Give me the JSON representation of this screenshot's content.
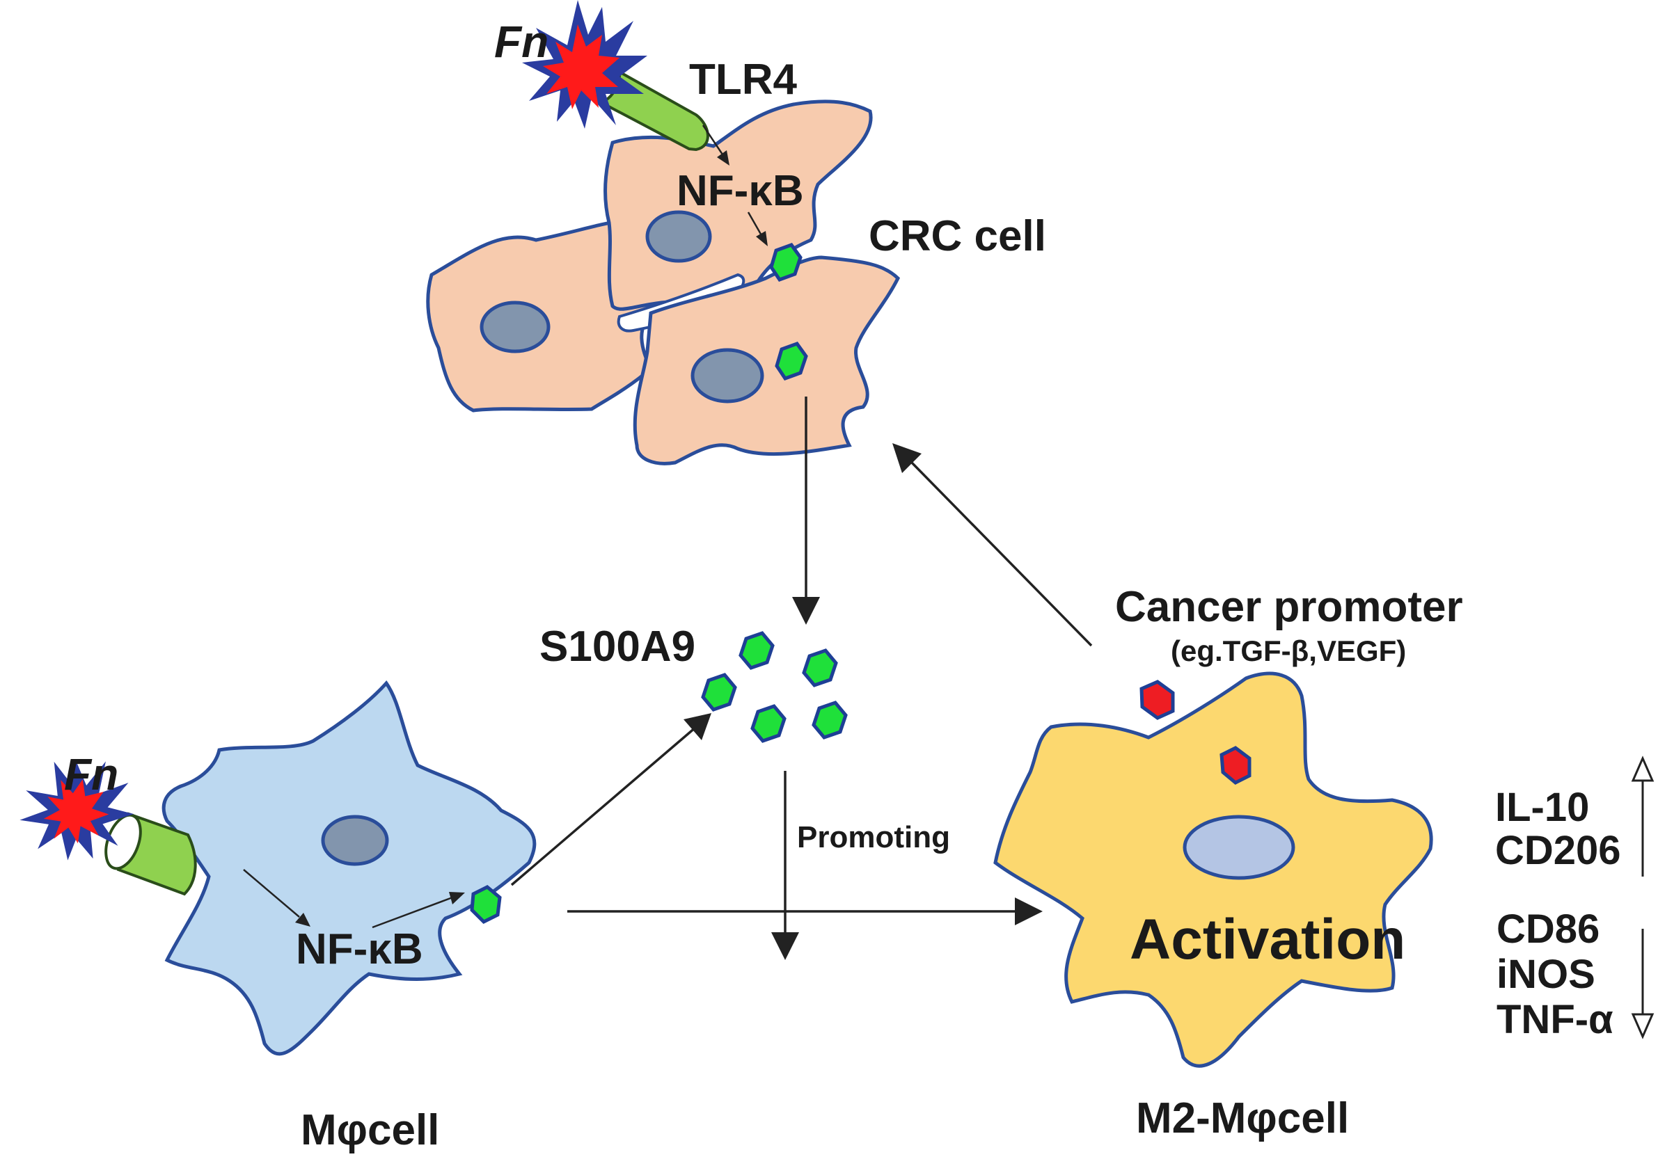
{
  "labels": {
    "fn_top": "Fn",
    "tlr4": "TLR4",
    "nfkb_crc": "NF-κB",
    "crc_cell": "CRC cell",
    "s100a9": "S100A9",
    "cancer_promoter": "Cancer promoter",
    "cancer_promoter_examples": "(eg.TGF-β,VEGF)",
    "fn_left": "Fn",
    "promoting": "Promoting",
    "nfkb_mph": "NF-κB",
    "mph_cell": "Mφcell",
    "activation": "Activation",
    "m2_cell": "M2-Mφcell",
    "up_markers": [
      "IL-10",
      "CD206"
    ],
    "down_markers": [
      "CD86",
      "iNOS",
      "TNF-α"
    ]
  },
  "colors": {
    "crc_cell": "#f7cbae",
    "macrophage": "#bcd8f0",
    "m2_macrophage": "#fcd86f",
    "nucleus": "#8295ad",
    "s100a9_granule": "#1fe03a",
    "cancer_promoter_granule": "#ee1d23",
    "receptor": "#8fd14f",
    "outline": "#2a4d9a"
  },
  "icons": [
    "bacterium-burst-icon",
    "tlr4-receptor-icon",
    "s100a9-granule-icon",
    "cancer-promoter-granule-icon",
    "up-arrow-icon",
    "down-arrow-icon"
  ]
}
